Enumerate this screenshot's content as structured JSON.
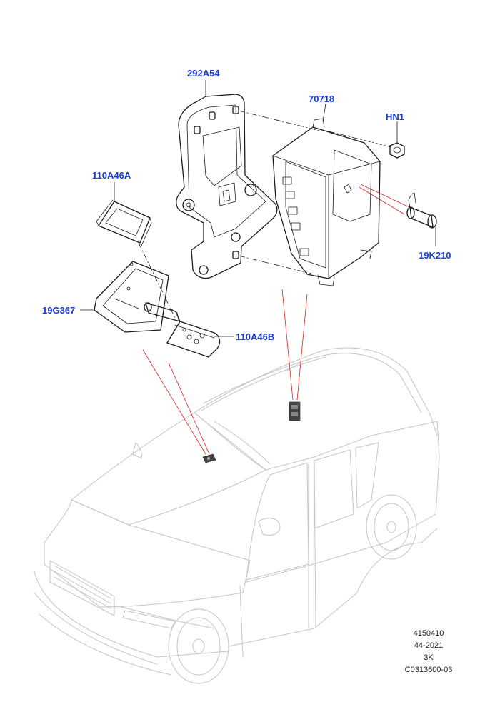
{
  "callouts": {
    "bracket": "292A54",
    "module": "70718",
    "nut": "HN1",
    "cover_top": "110A46A",
    "sensor": "19G367",
    "cover_bottom": "110A46B",
    "antenna": "19K210"
  },
  "reference_block": {
    "line1": "4150410",
    "line2": "44-2021",
    "line3": "3K",
    "line4": "C0313600-03"
  },
  "colors": {
    "callout": "#1a3cd8",
    "outline": "#1b1b1b",
    "vehicle": "#c4c4c4",
    "location_line": "#d42020"
  }
}
